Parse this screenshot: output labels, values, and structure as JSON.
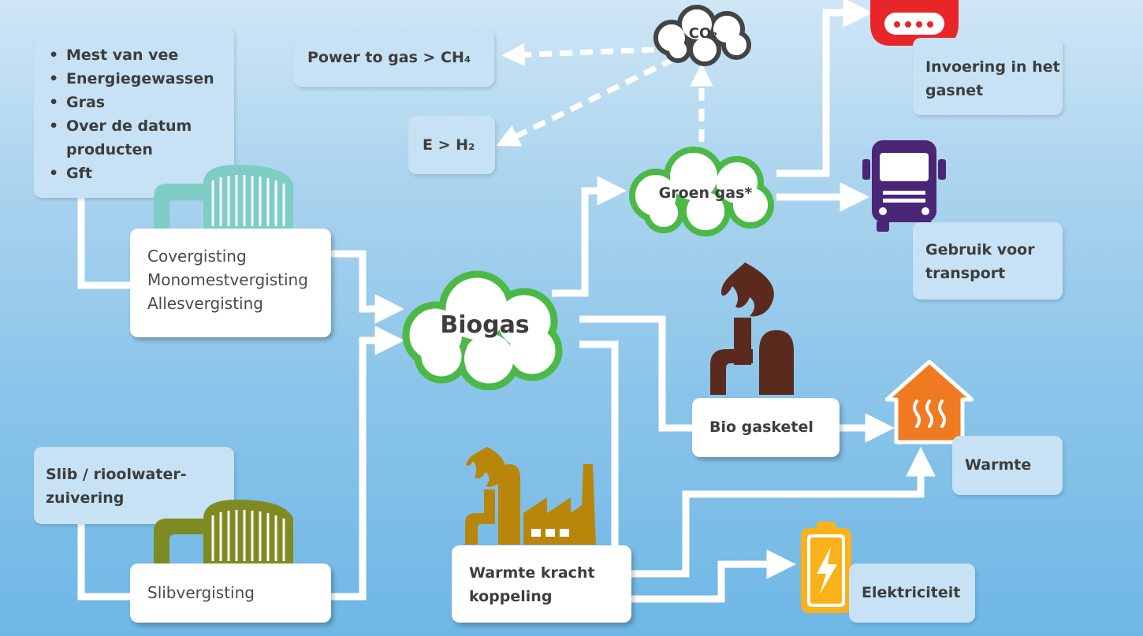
{
  "feedstock": {
    "items": [
      "Mest van vee",
      "Energiegewassen",
      "Gras",
      "Over de datum producten",
      "Gft"
    ]
  },
  "digestion": {
    "lines": [
      "Covergisting",
      "Monomestvergisting",
      "Allesvergisting"
    ]
  },
  "sludge": {
    "source": "Slib / rioolwater-zuivering",
    "process": "Slibvergisting"
  },
  "biogas": "Biogas",
  "groen_gas": "Groen gas*",
  "co2": "CO₂",
  "power_to_gas": "Power to gas > CH₄",
  "e_to_h2": "E > H₂",
  "gas_grid": "Invoering in het gasnet",
  "transport": "Gebruik voor transport",
  "bio_boiler": "Bio gasketel",
  "heat": "Warmte",
  "chp": "Warmte kracht koppeling",
  "electricity": "Elektriciteit",
  "colors": {
    "cloud_green": "#4cb848",
    "digester_teal": "#7fcdc4",
    "digester_olive": "#7d8b22",
    "meter_red": "#e8262a",
    "truck_purple": "#4b2677",
    "boiler_brown": "#5a2a1f",
    "house_orange": "#f07a21",
    "factory_ochre": "#b8860b",
    "battery_yellow": "#f9b21b"
  }
}
